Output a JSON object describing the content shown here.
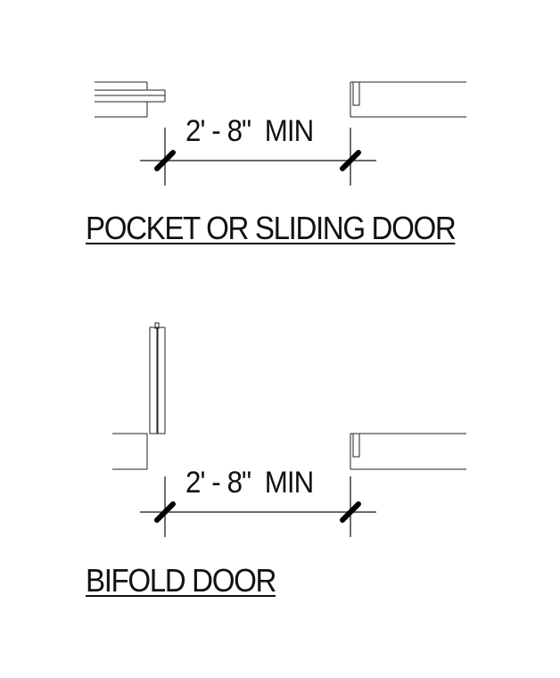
{
  "pocket": {
    "dimension": "2' - 8\"  MIN",
    "title": "POCKET OR SLIDING DOOR"
  },
  "bifold": {
    "dimension": "2' - 8\"  MIN",
    "title": "BIFOLD DOOR"
  }
}
